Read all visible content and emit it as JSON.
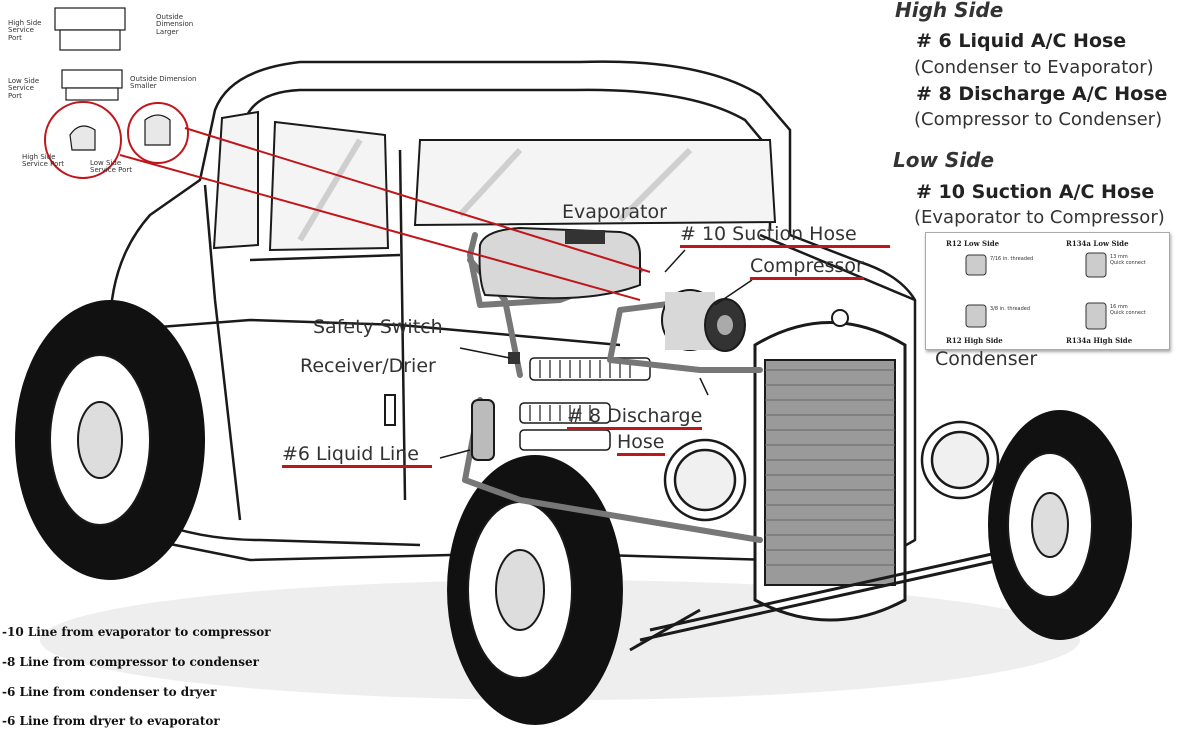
{
  "legend": {
    "high_side_heading": "High Side",
    "high_items": [
      {
        "hose": "# 6 Liquid A/C Hose",
        "route": "(Condenser to Evaporator)"
      },
      {
        "hose": "# 8 Discharge A/C Hose",
        "route": "(Compressor to Condenser)"
      }
    ],
    "low_side_heading": "Low Side",
    "low_items": [
      {
        "hose": "# 10 Suction A/C Hose",
        "route": "(Evaporator to Compressor)"
      }
    ]
  },
  "components": {
    "evaporator": "Evaporator",
    "suction_hose": "# 10 Suction Hose",
    "compressor": "Compressor",
    "safety_switch": "Safety Switch",
    "receiver_drier": "Receiver/Drier",
    "discharge_hose_line1": "# 8 Discharge",
    "discharge_hose_line2": "Hose",
    "liquid_line": "#6 Liquid Line",
    "condenser": "Condenser"
  },
  "port_diagram": {
    "high_side_port": "High Side\nService\nPort",
    "high_dimension": "Outside\nDimension\nLarger",
    "low_side_port": "Low Side\nService\nPort",
    "low_dimension": "Outside Dimension\nSmaller",
    "high_fitting_caption": "High Side\nService Port",
    "low_fitting_caption": "Low Side\nService Port"
  },
  "port_inset": {
    "r12_low": "R12 Low Side",
    "r134a_low": "R134a Low Side",
    "r12_high": "R12 High Side",
    "r134a_high": "R134a High Side",
    "r12_low_note": "7/16 in. threaded",
    "r134a_low_note": "13 mm\nQuick connect",
    "r12_high_note": "3/8 in. threaded",
    "r134a_high_note": "16 mm\nQuick connect"
  },
  "line_notes": [
    "-10 Line from evaporator to compressor",
    "-8 Line from compressor to condenser",
    "-6 Line from condenser to dryer",
    "-6 Line from dryer to  evaporator"
  ],
  "colors": {
    "accent_red": "#c0161b",
    "line_art": "#1a1a1a",
    "hose_gray": "#777777",
    "tire_black": "#111111"
  }
}
